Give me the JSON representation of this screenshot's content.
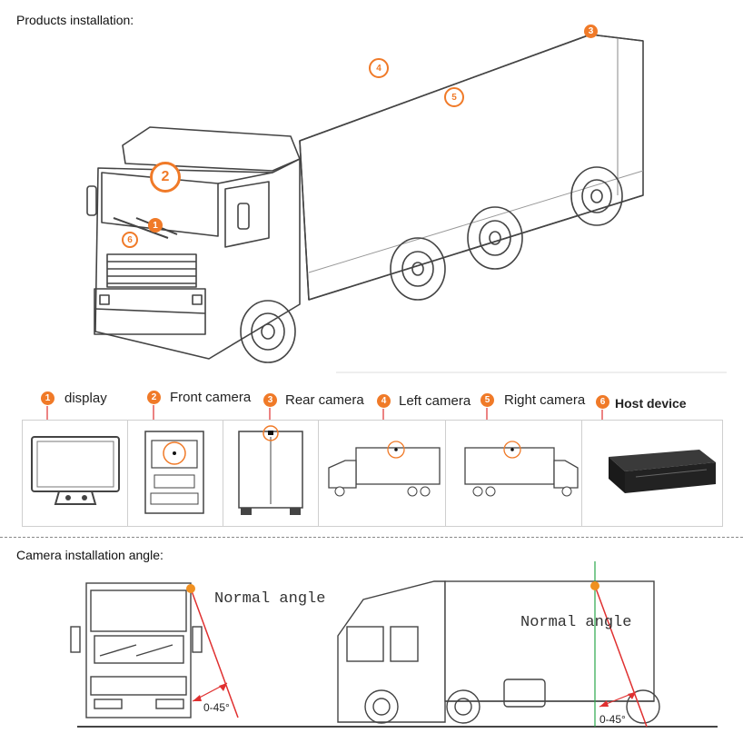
{
  "sections": {
    "installation_title": "Products installation:",
    "angle_title": "Camera installation angle:"
  },
  "truck_badges": [
    "1",
    "2",
    "3",
    "4",
    "5",
    "6"
  ],
  "legend": [
    {
      "num": "1",
      "label": "display"
    },
    {
      "num": "2",
      "label": "Front camera"
    },
    {
      "num": "3",
      "label": "Rear camera"
    },
    {
      "num": "4",
      "label": "Left camera"
    },
    {
      "num": "5",
      "label": "Right camera"
    },
    {
      "num": "6",
      "label": "Host device"
    }
  ],
  "angle_diagrams": {
    "left_label": "Normal angle",
    "left_angle": "0-45°",
    "right_label": "Normal angle",
    "right_angle": "0-45°"
  },
  "colors": {
    "accent": "#f07a28",
    "marker_red": "#e03030",
    "guide_green": "#2aa84a",
    "line": "#333333"
  }
}
